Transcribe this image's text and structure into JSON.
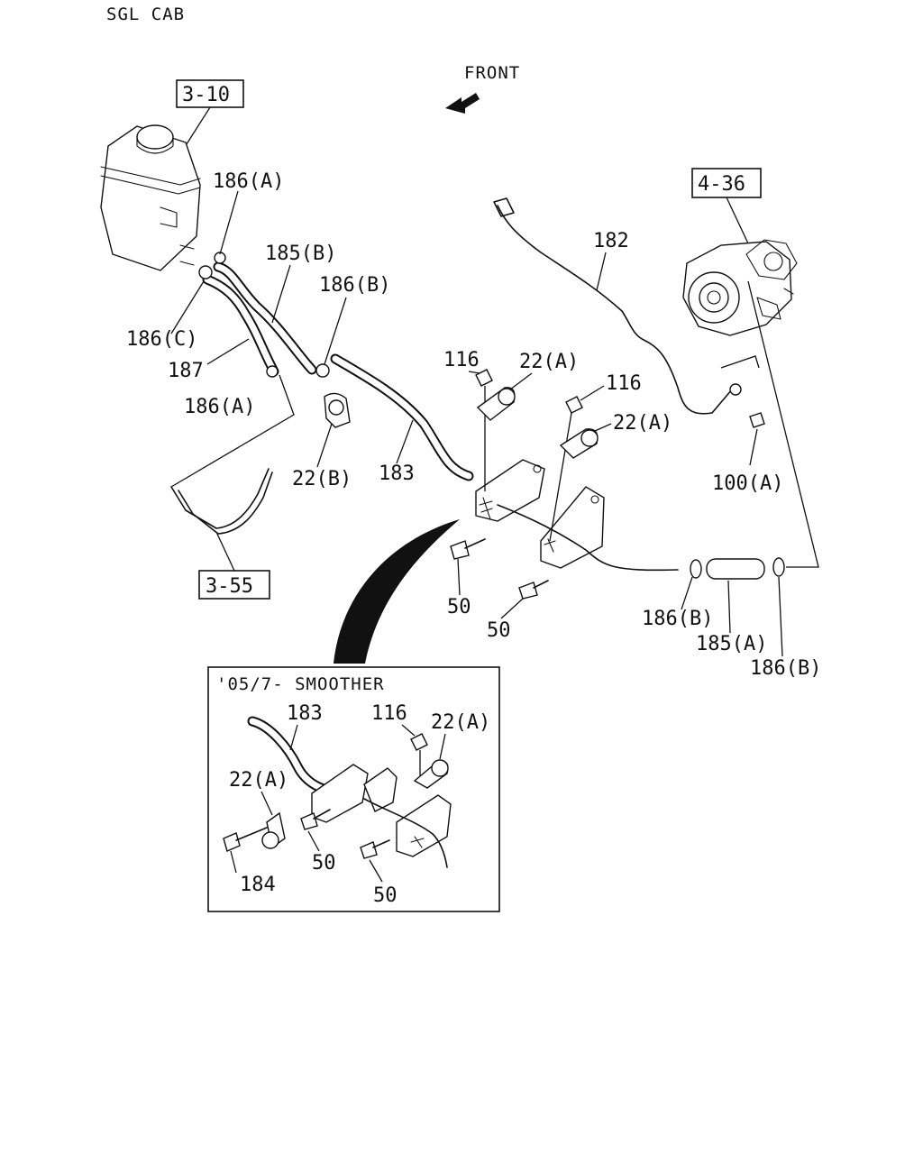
{
  "header": {
    "cab_type": "SGL CAB"
  },
  "direction": {
    "label": "FRONT"
  },
  "references": {
    "reservoir": "3-10",
    "pump": "4-36",
    "pipe": "3-55"
  },
  "labels": {
    "p186a_top": "186(A)",
    "p185b": "185(B)",
    "p186b_top": "186(B)",
    "p186c": "186(C)",
    "p187": "187",
    "p186a_low": "186(A)",
    "p182": "182",
    "p116_a": "116",
    "p22a_a": "22(A)",
    "p116_b": "116",
    "p22a_b": "22(A)",
    "p22b": "22(B)",
    "p183": "183",
    "p100a": "100(A)",
    "p50_a": "50",
    "p50_b": "50",
    "p186b_mid": "186(B)",
    "p185a": "185(A)",
    "p186b_right": "186(B)"
  },
  "inset": {
    "title": "'05/7- SMOOTHER",
    "labels": {
      "p183": "183",
      "p116": "116",
      "p22a_right": "22(A)",
      "p22a_left": "22(A)",
      "p184": "184",
      "p50_a": "50",
      "p50_b": "50"
    }
  }
}
